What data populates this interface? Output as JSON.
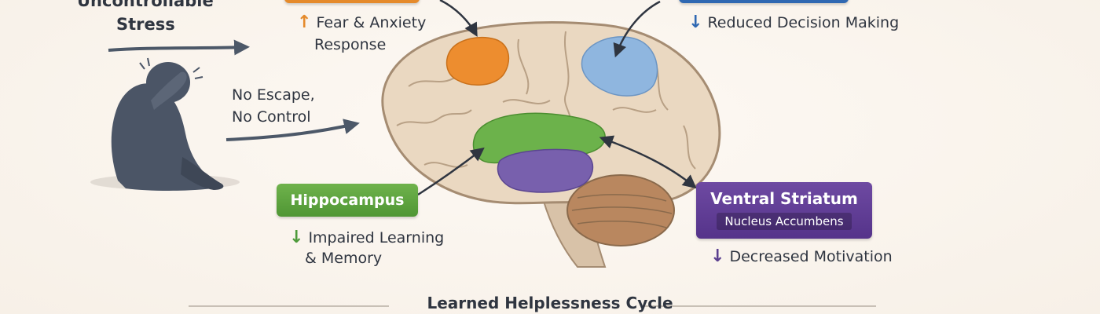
{
  "stressor": {
    "title_line1": "Uncontrollable",
    "title_line2": "Stress",
    "condition_line1": "No Escape,",
    "condition_line2": "No Control"
  },
  "regions": {
    "amygdala_effect": {
      "arrow": "↑",
      "line1": "Fear & Anxiety",
      "line2": "Response",
      "color": "#e58a2b"
    },
    "prefrontal_effect": {
      "arrow": "↓",
      "line1": "Reduced Decision Making",
      "color": "#2f68b2"
    },
    "hippocampus": {
      "label": "Hippocampus",
      "arrow": "↓",
      "effect_line1": "Impaired Learning",
      "effect_line2": "& Memory",
      "color": "#5aa33d"
    },
    "ventral_striatum": {
      "label": "Ventral Striatum",
      "sublabel": "Nucleus Accumbens",
      "arrow": "↓",
      "effect_line1": "Decreased Motivation",
      "color": "#5b3f8f"
    }
  },
  "footer": {
    "title": "Learned Helplessness Cycle"
  },
  "icons": [
    "crouching-person-figure",
    "brain-illustration",
    "up-arrow-icon",
    "down-arrow-icon"
  ]
}
